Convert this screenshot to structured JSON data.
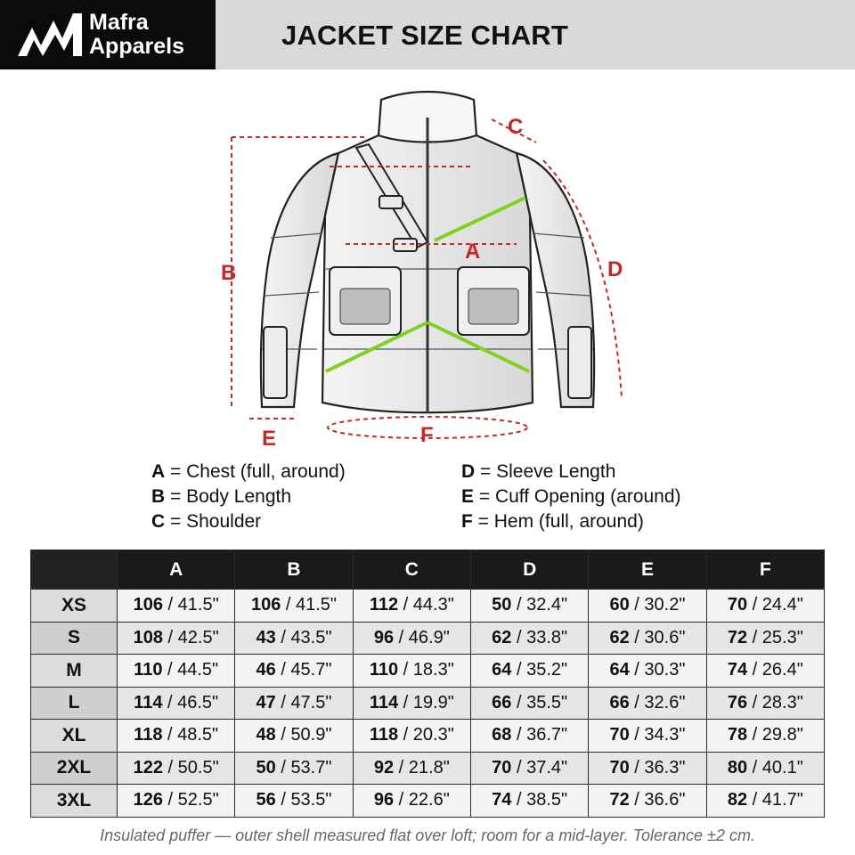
{
  "brand": {
    "line1": "Mafra",
    "line2": "Apparels"
  },
  "header": {
    "title": "JACKET SIZE CHART"
  },
  "colors": {
    "accent_red": "#c62828",
    "hiviz_green": "#7ed321",
    "dark": "#111111",
    "header_bg": "#d9d9d9"
  },
  "illustration": {
    "labels": {
      "A": "A",
      "B": "B",
      "C": "C",
      "D": "D",
      "E": "E",
      "F": "F"
    }
  },
  "legend": {
    "left": [
      {
        "key": "A",
        "text": " = Chest (full, around)"
      },
      {
        "key": "B",
        "text": " = Body Length"
      },
      {
        "key": "C",
        "text": " = Shoulder"
      }
    ],
    "right": [
      {
        "key": "D",
        "text": " = Sleeve Length"
      },
      {
        "key": "E",
        "text": " = Cuff Opening (around)"
      },
      {
        "key": "F",
        "text": " = Hem (full, around)"
      }
    ]
  },
  "table": {
    "columns": [
      "A",
      "B",
      "C",
      "D",
      "E",
      "F"
    ],
    "rows": [
      {
        "size": "XS",
        "cells": [
          [
            "106",
            "41.5\""
          ],
          [
            "106",
            "41.5\""
          ],
          [
            "112",
            "44.3\""
          ],
          [
            "50",
            "32.4\""
          ],
          [
            "60",
            "30.2\""
          ],
          [
            "70",
            "24.4\""
          ]
        ]
      },
      {
        "size": "S",
        "cells": [
          [
            "108",
            "42.5\""
          ],
          [
            "43",
            "43.5\""
          ],
          [
            "96",
            "46.9\""
          ],
          [
            "62",
            "33.8\""
          ],
          [
            "62",
            "30.6\""
          ],
          [
            "72",
            "25.3\""
          ]
        ]
      },
      {
        "size": "M",
        "cells": [
          [
            "110",
            "44.5\""
          ],
          [
            "46",
            "45.7\""
          ],
          [
            "110",
            "18.3\""
          ],
          [
            "64",
            "35.2\""
          ],
          [
            "64",
            "30.3\""
          ],
          [
            "74",
            "26.4\""
          ]
        ]
      },
      {
        "size": "L",
        "cells": [
          [
            "114",
            "46.5\""
          ],
          [
            "47",
            "47.5\""
          ],
          [
            "114",
            "19.9\""
          ],
          [
            "66",
            "35.5\""
          ],
          [
            "66",
            "32.6\""
          ],
          [
            "76",
            "28.3\""
          ]
        ]
      },
      {
        "size": "XL",
        "cells": [
          [
            "118",
            "48.5\""
          ],
          [
            "48",
            "50.9\""
          ],
          [
            "118",
            "20.3\""
          ],
          [
            "68",
            "36.7\""
          ],
          [
            "70",
            "34.3\""
          ],
          [
            "78",
            "29.8\""
          ]
        ]
      },
      {
        "size": "2XL",
        "cells": [
          [
            "122",
            "50.5\""
          ],
          [
            "50",
            "53.7\""
          ],
          [
            "92",
            "21.8\""
          ],
          [
            "70",
            "37.4\""
          ],
          [
            "70",
            "36.3\""
          ],
          [
            "80",
            "40.1\""
          ]
        ]
      },
      {
        "size": "3XL",
        "cells": [
          [
            "126",
            "52.5\""
          ],
          [
            "56",
            "53.5\""
          ],
          [
            "96",
            "22.6\""
          ],
          [
            "74",
            "38.5\""
          ],
          [
            "72",
            "36.6\""
          ],
          [
            "82",
            "41.7\""
          ]
        ]
      }
    ]
  },
  "footnote": "Insulated puffer — outer shell measured flat over loft; room for a mid-layer. Tolerance ±2 cm."
}
